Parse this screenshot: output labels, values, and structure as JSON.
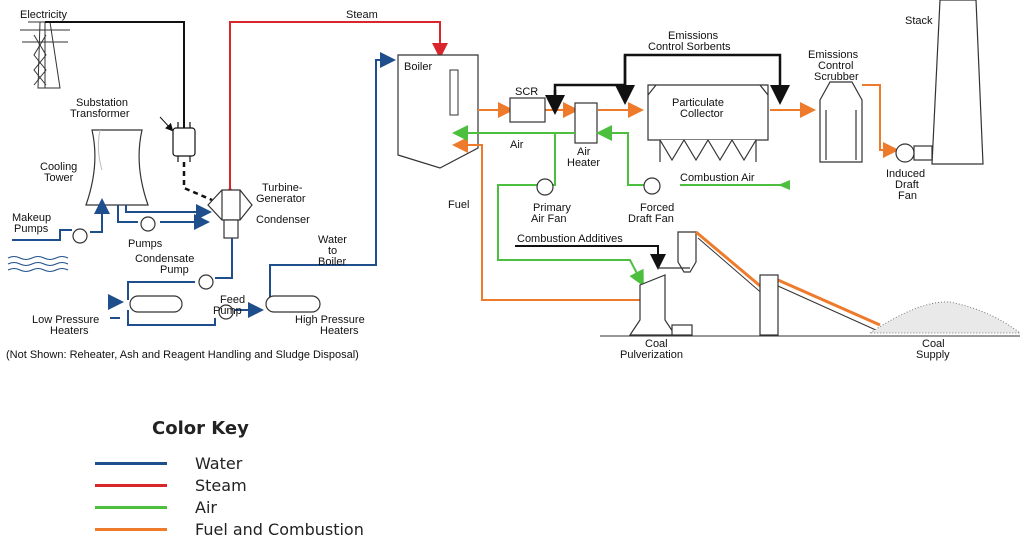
{
  "colors": {
    "water": "#1f4e8c",
    "steam": "#d9262c",
    "air": "#4cbf3f",
    "fuel": "#ee7a2b",
    "black": "#111111"
  },
  "labels": {
    "electricity": "Electricity",
    "substation_1": "Substation",
    "substation_2": "Transformer",
    "cooling_1": "Cooling",
    "cooling_2": "Tower",
    "makeup_1": "Makeup",
    "makeup_2": "Pumps",
    "pumps": "Pumps",
    "turbine_1": "Turbine-",
    "turbine_2": "Generator",
    "condenser": "Condenser",
    "condensate_1": "Condensate",
    "condensate_2": "Pump",
    "feed_1": "Feed",
    "feed_2": "Pump",
    "lp_1": "Low Pressure",
    "lp_2": "Heaters",
    "hp_1": "High Pressure",
    "hp_2": "Heaters",
    "water_boiler_1": "Water",
    "water_boiler_2": "to",
    "water_boiler_3": "Boiler",
    "steam": "Steam",
    "boiler": "Boiler",
    "fuel": "Fuel",
    "scr": "SCR",
    "air": "Air",
    "air_heater_1": "Air",
    "air_heater_2": "Heater",
    "primary_fan_1": "Primary",
    "primary_fan_2": "Air Fan",
    "forced_fan_1": "Forced",
    "forced_fan_2": "Draft Fan",
    "combustion_air": "Combustion Air",
    "sorbents_1": "Emissions",
    "sorbents_2": "Control Sorbents",
    "particulate_1": "Particulate",
    "particulate_2": "Collector",
    "scrubber_1": "Emissions",
    "scrubber_2": "Control",
    "scrubber_3": "Scrubber",
    "stack": "Stack",
    "induced_1": "Induced",
    "induced_2": "Draft",
    "induced_3": "Fan",
    "additives": "Combustion Additives",
    "pulverization_1": "Coal",
    "pulverization_2": "Pulverization",
    "supply_1": "Coal",
    "supply_2": "Supply"
  },
  "note": "(Not Shown: Reheater, Ash and Reagent Handling and Sludge Disposal)",
  "color_key": {
    "title": "Color Key",
    "items": [
      {
        "label": "Water",
        "color": "#1f4e8c"
      },
      {
        "label": "Steam",
        "color": "#d9262c"
      },
      {
        "label": "Air",
        "color": "#4cbf3f"
      },
      {
        "label": "Fuel and Combustion",
        "color": "#ee7a2b"
      }
    ]
  }
}
